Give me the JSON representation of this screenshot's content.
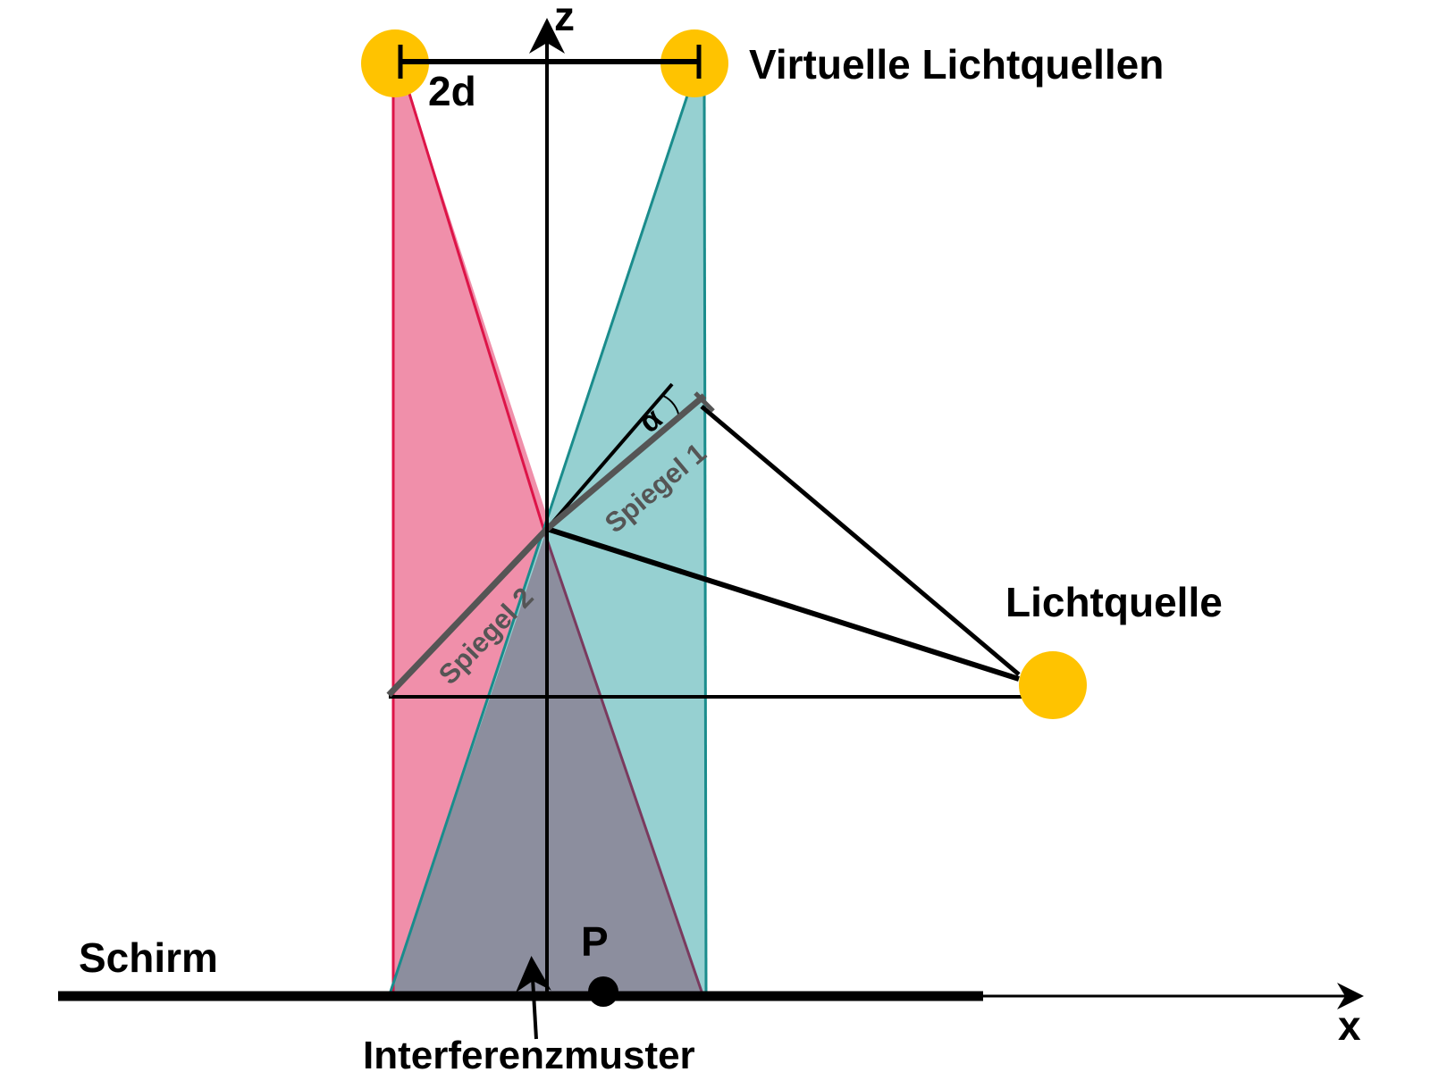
{
  "labels": {
    "virtual_sources": "Virtuelle Lichtquellen",
    "separation": "2d",
    "axis_z": "z",
    "axis_x": "x",
    "light_source": "Lichtquelle",
    "mirror_1": "Spiegel 1",
    "mirror_2": "Spiegel 2",
    "angle": "α",
    "screen": "Schirm",
    "point": "P",
    "interference_pattern": "Interferenzmuster"
  },
  "colors": {
    "light_source": "#FFC300",
    "beam_left_fill": "#F08FAA",
    "beam_left_stroke": "#DD1448",
    "beam_right_fill": "#96D0D1",
    "beam_right_stroke": "#1A8C8C",
    "overlap_fill": "#8C8E9E",
    "mirror": "#555555",
    "line": "#000000"
  }
}
